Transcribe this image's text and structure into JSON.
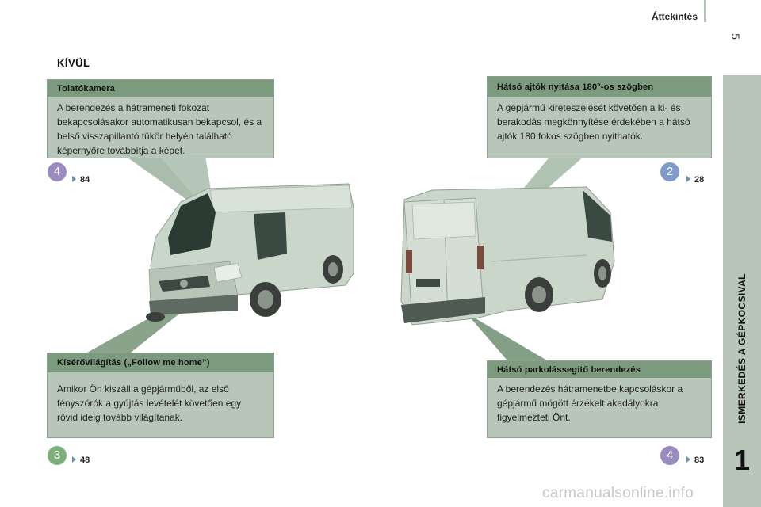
{
  "header": {
    "title": "Áttekintés",
    "page_number": "5"
  },
  "section_title": "KÍVÜL",
  "sidebar": {
    "label": "ISMERKEDÉS A GÉPKOCSIVAL",
    "chapter": "1"
  },
  "boxes": {
    "camera": {
      "title": "Tolatókamera",
      "text": "A berendezés a hátrameneti fokozat bekapcsolásakor automatikusan bekapcsol, és a belső visszapillantó tükör helyén található képernyőre továbbítja a képet.",
      "badge": "4",
      "page_ref": "84"
    },
    "follow_me": {
      "title": "Kísérővilágítás („Follow me home”)",
      "text": "Amikor Ön kiszáll a gépjárműből, az első fényszórók a gyújtás levételét követően egy rövid ideig tovább világítanak.",
      "badge": "3",
      "page_ref": "48"
    },
    "rear_doors": {
      "title": "Hátsó ajtók nyitása 180°-os szögben",
      "text": "A gépjármű kireteszelését követően a ki- és berakodás megkönnyítése érdekében a hátsó ajtók 180 fokos szögben nyithatók.",
      "badge": "2",
      "page_ref": "28"
    },
    "parking": {
      "title": "Hátsó parkolássegítő berendezés",
      "text": "A berendezés hátramenetbe kapcsoláskor a gépjármű mögött érzékelt akadályokra figyelmezteti Önt.",
      "badge": "4",
      "page_ref": "83"
    }
  },
  "watermark": "carmanualsonline.info",
  "colors": {
    "box_bg": "#b8c6b9",
    "box_header": "#7c9a7e",
    "sidebar": "#b8c6b9",
    "badge_purple": "#9a8cc0",
    "badge_green": "#7cb07a",
    "badge_blue": "#7f9bc8"
  }
}
